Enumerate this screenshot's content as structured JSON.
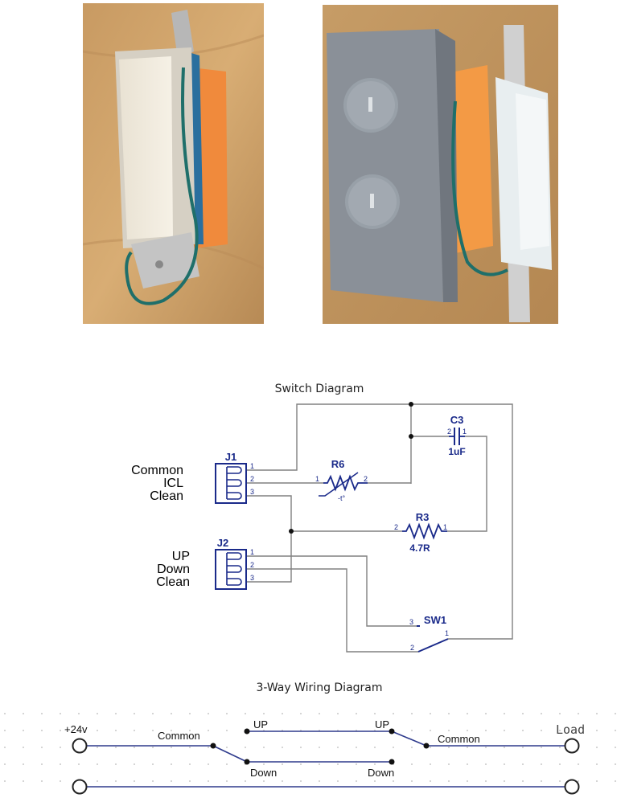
{
  "schematic": {
    "title": "Switch Diagram",
    "j1": {
      "ref": "J1",
      "labels": [
        "Common",
        "ICL",
        "Clean"
      ],
      "pins": [
        "1",
        "2",
        "3"
      ]
    },
    "j2": {
      "ref": "J2",
      "labels": [
        "UP",
        "Down",
        "Clean"
      ],
      "pins": [
        "1",
        "2",
        "3"
      ]
    },
    "r6": {
      "ref": "R6",
      "pin1": "1",
      "pin2": "2",
      "mark": "-t°"
    },
    "c3": {
      "ref": "C3",
      "value": "1uF",
      "pin1": "1",
      "pin2": "2"
    },
    "r3": {
      "ref": "R3",
      "value": "4.7R",
      "pin1": "1",
      "pin2": "2"
    },
    "sw1": {
      "ref": "SW1",
      "pin1": "1",
      "pin2": "2",
      "pin3": "3"
    }
  },
  "wiring": {
    "title": "3-Way Wiring Diagram",
    "supply": "+24v",
    "load": "Load",
    "left_common": "Common",
    "right_common": "Common",
    "up_left": "UP",
    "up_right": "UP",
    "down_left": "Down",
    "down_right": "Down"
  },
  "colors": {
    "schematic_blue": "#1a2a8a",
    "wire_gray": "#808080",
    "wiring_line": "#2e3a8c",
    "grid_dot": "#c8c8c8"
  }
}
